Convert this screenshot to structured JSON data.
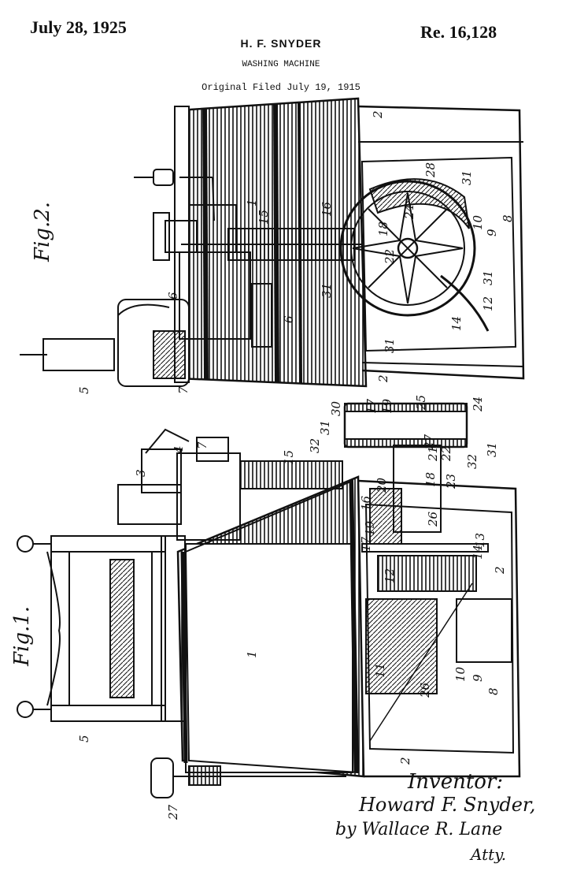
{
  "header": {
    "date": "July 28, 1925",
    "reissue_number": "Re. 16,128",
    "inventor": "H. F. SNYDER",
    "title": "WASHING MACHINE",
    "filed": "Original Filed July 19, 1915"
  },
  "figures": {
    "fig1": {
      "label": "Fig.1."
    },
    "fig2": {
      "label": "Fig.2."
    }
  },
  "signature": {
    "inventor_label": "Inventor:",
    "inventor_name": "Howard F. Snyder,",
    "by": "by Wallace R. Lane",
    "atty": "Atty."
  },
  "reference_numerals": {
    "fig2": [
      "2",
      "28",
      "31",
      "8",
      "10",
      "9",
      "12",
      "14",
      "31",
      "31",
      "2",
      "1",
      "15",
      "16",
      "18",
      "24",
      "22",
      "31",
      "6",
      "6",
      "5",
      "7"
    ],
    "fig1": [
      "17",
      "19",
      "30",
      "31",
      "32",
      "25",
      "24",
      "15",
      "7",
      "4",
      "3",
      "20",
      "27",
      "21",
      "22",
      "31",
      "32",
      "23",
      "18",
      "16",
      "19",
      "17",
      "26",
      "13",
      "12",
      "14",
      "2",
      "1",
      "11",
      "10",
      "9",
      "8",
      "26",
      "2",
      "5",
      "27"
    ]
  },
  "colors": {
    "ink": "#111111",
    "paper": "#ffffff"
  }
}
